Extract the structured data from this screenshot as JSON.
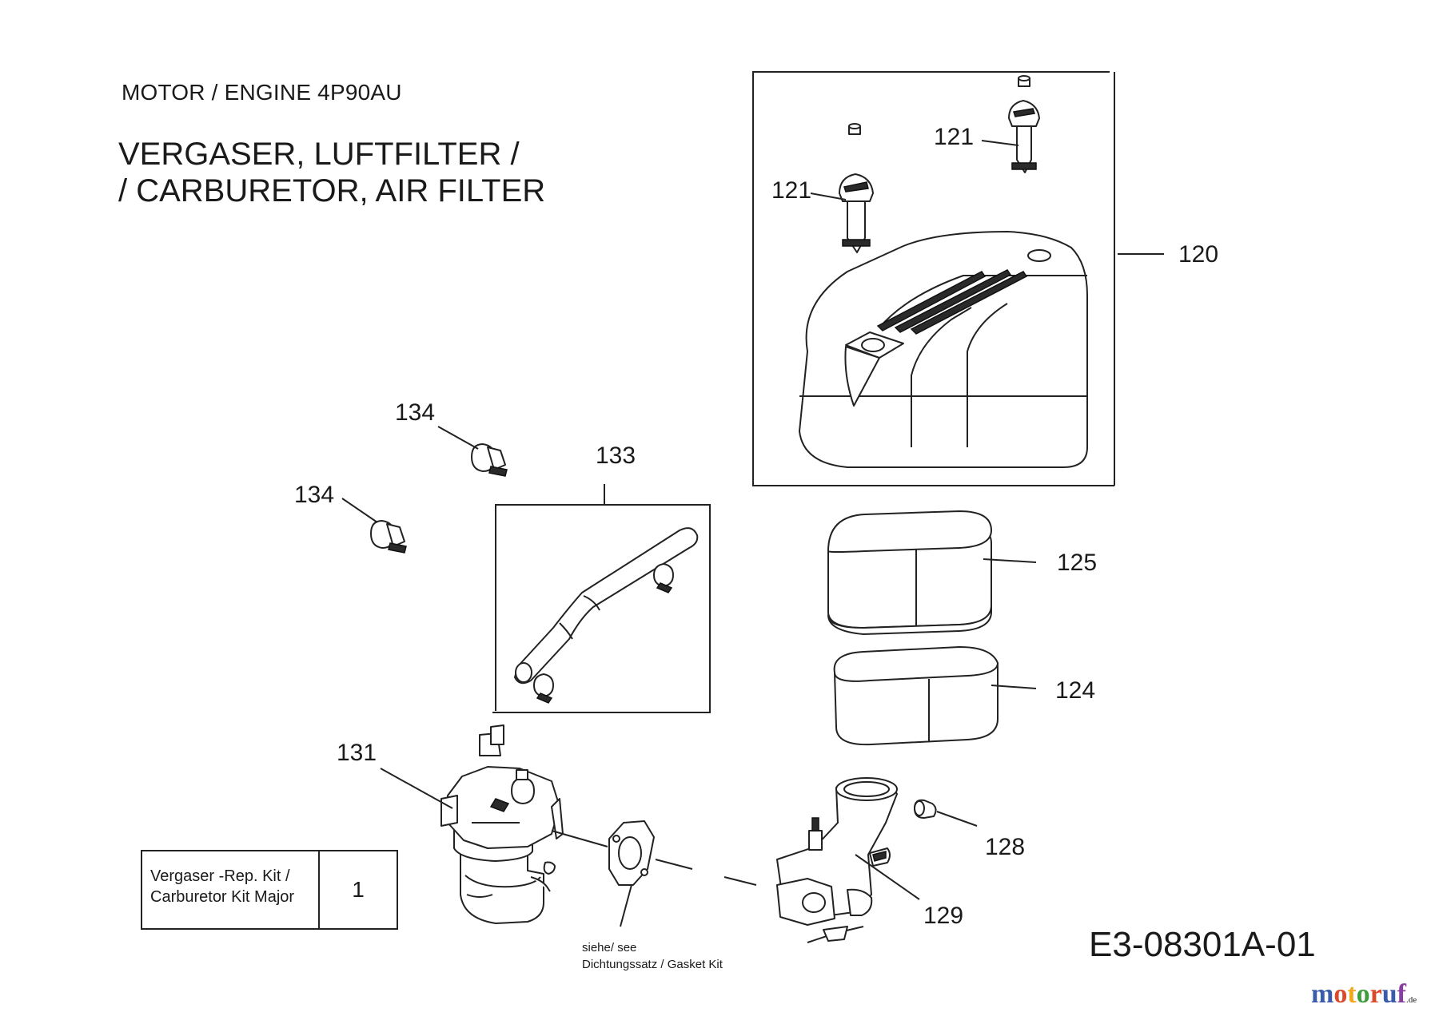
{
  "header": {
    "engine": "MOTOR / ENGINE  4P90AU",
    "title_line1": "VERGASER, LUFTFILTER /",
    "title_line2": "/ CARBURETOR, AIR FILTER"
  },
  "parts": {
    "p120": "120",
    "p121a": "121",
    "p121b": "121",
    "p125": "125",
    "p124": "124",
    "p133": "133",
    "p134a": "134",
    "p134b": "134",
    "p131": "131",
    "p128": "128",
    "p129": "129"
  },
  "kit": {
    "desc_line1": "Vergaser -Rep. Kit /",
    "desc_line2": "Carburetor Kit Major",
    "qty": "1"
  },
  "note": {
    "line1": "siehe/ see",
    "line2": "Dichtungssatz / Gasket Kit"
  },
  "drawing_code": "E3-08301A-01",
  "watermark": {
    "text": "motoruf",
    "suffix": ".de"
  }
}
